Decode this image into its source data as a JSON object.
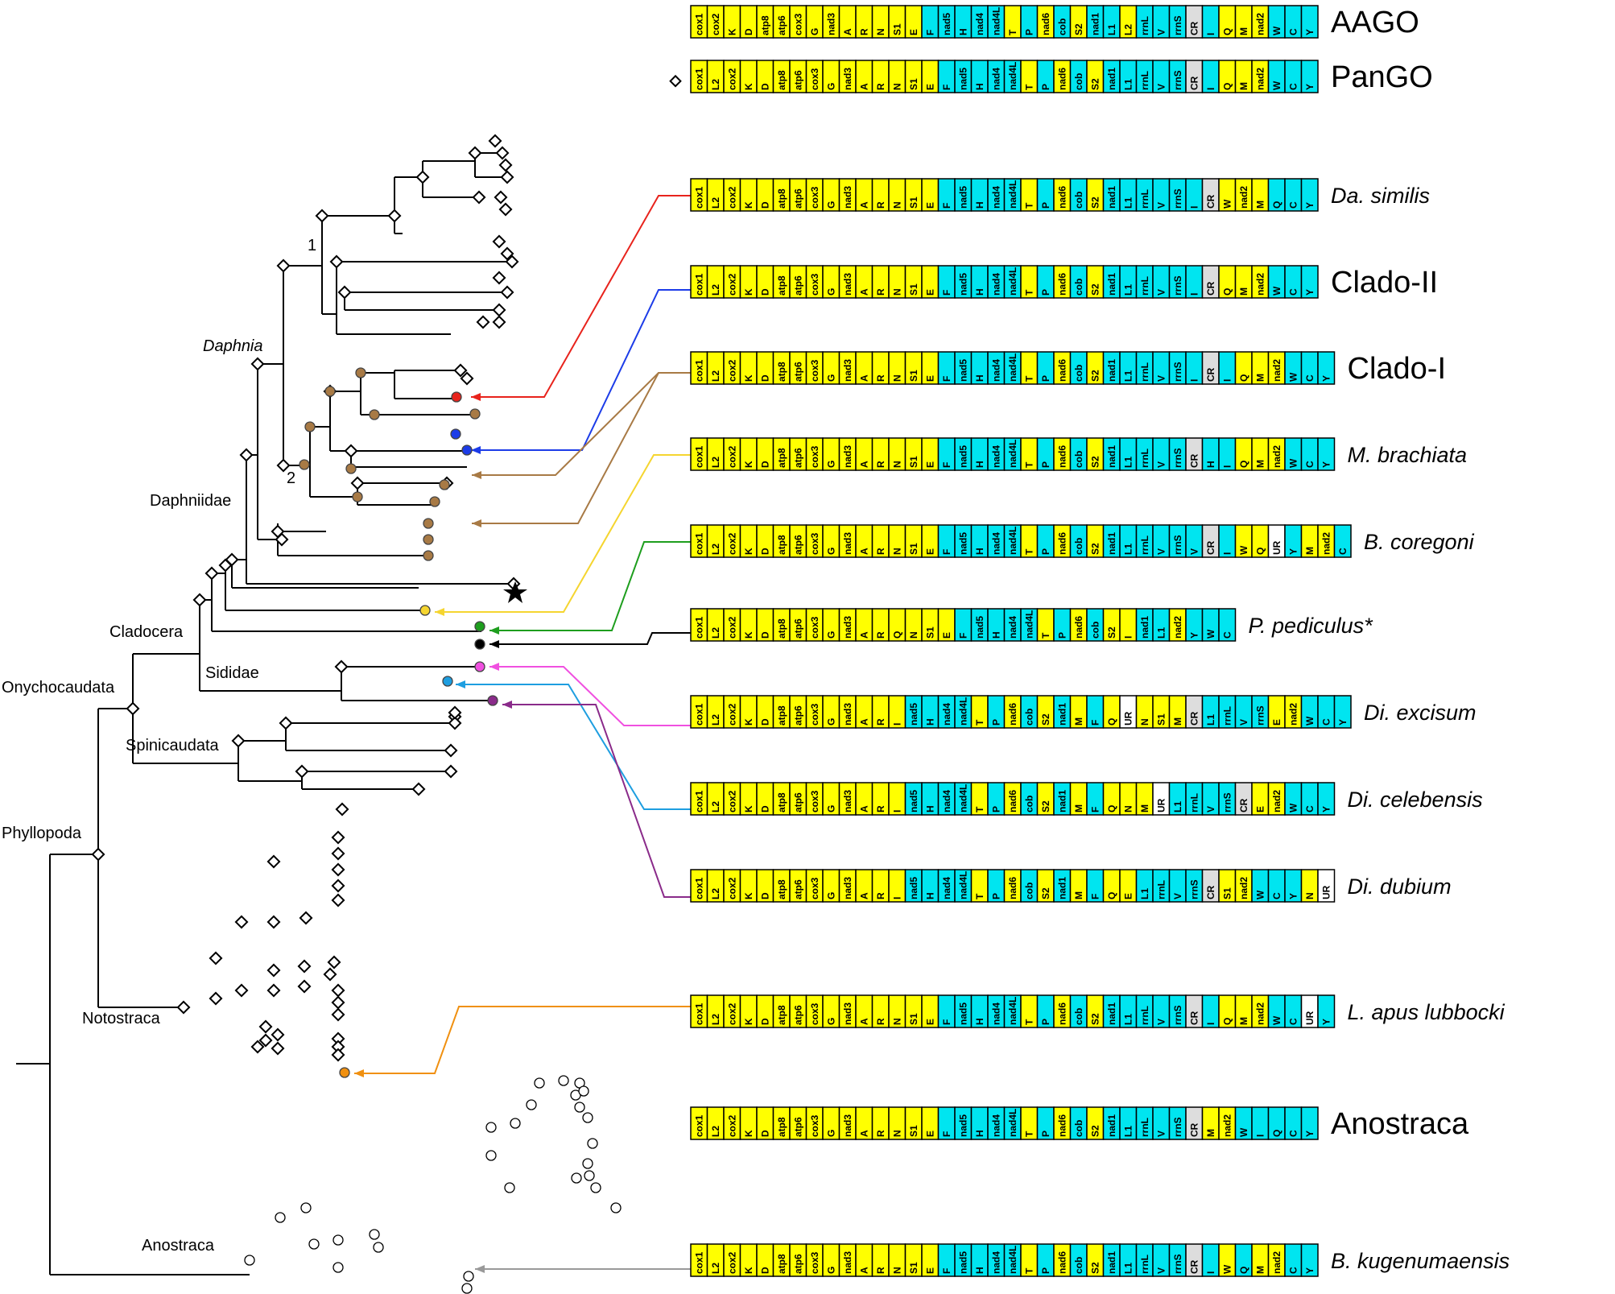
{
  "tree_labels": {
    "phyllopoda": "Phyllopoda",
    "onychocaudata": "Onychocaudata",
    "cladocera": "Cladocera",
    "sididae": "Sididae",
    "spinicaudata": "Spinicaudata",
    "notostraca": "Notostraca",
    "anostraca": "Anostraca",
    "daphniidae": "Daphniidae",
    "daphnia": "Daphnia",
    "node1": "1",
    "node2": "2"
  },
  "colors": {
    "gene_protein": "#ffff00",
    "gene_trna_rrna": "#00e5f0",
    "control_region": "#dddddd",
    "unassigned_region": "#ffffff",
    "red": "#e8231c",
    "blue": "#1c3ce8",
    "brown": "#a87a45",
    "yellow": "#f5d530",
    "green": "#1e9e1e",
    "black": "#000000",
    "magenta": "#f050e0",
    "lightblue": "#1e9ee0",
    "purple": "#8a2b8a",
    "orange": "#f09010",
    "gray": "#999999"
  },
  "gene_orders": [
    {
      "name": "AAGO",
      "italic": false,
      "genes": [
        "cox1",
        "cox2",
        "K",
        "D",
        "atp8",
        "atp6",
        "cox3",
        "G",
        "nad3",
        "A",
        "R",
        "N",
        "S1",
        "E",
        "F",
        "nad5",
        "H",
        "nad4",
        "nad4L",
        "T",
        "P",
        "nad6",
        "cob",
        "S2",
        "nad1",
        "L1",
        "L2",
        "rrnL",
        "V",
        "rrnS",
        "CR",
        "I",
        "Q",
        "M",
        "nad2",
        "W",
        "C",
        "Y"
      ]
    },
    {
      "name": "PanGO",
      "italic": false,
      "genes": [
        "cox1",
        "L2",
        "cox2",
        "K",
        "D",
        "atp8",
        "atp6",
        "cox3",
        "G",
        "nad3",
        "A",
        "R",
        "N",
        "S1",
        "E",
        "F",
        "nad5",
        "H",
        "nad4",
        "nad4L",
        "T",
        "P",
        "nad6",
        "cob",
        "S2",
        "nad1",
        "L1",
        "rrnL",
        "V",
        "rrnS",
        "CR",
        "I",
        "Q",
        "M",
        "nad2",
        "W",
        "C",
        "Y"
      ]
    },
    {
      "name": "Da. similis",
      "italic": true,
      "genes": [
        "cox1",
        "L2",
        "cox2",
        "K",
        "D",
        "atp8",
        "atp6",
        "cox3",
        "G",
        "nad3",
        "A",
        "R",
        "N",
        "S1",
        "E",
        "F",
        "nad5",
        "H",
        "nad4",
        "nad4L",
        "T",
        "P",
        "nad6",
        "cob",
        "S2",
        "nad1",
        "L1",
        "rrnL",
        "V",
        "rrnS",
        "I",
        "CR",
        "W",
        "nad2",
        "M",
        "Q",
        "C",
        "Y"
      ]
    },
    {
      "name": "Clado-II",
      "italic": false,
      "genes": [
        "cox1",
        "L2",
        "cox2",
        "K",
        "D",
        "atp8",
        "atp6",
        "cox3",
        "G",
        "nad3",
        "A",
        "R",
        "N",
        "S1",
        "E",
        "F",
        "nad5",
        "H",
        "nad4",
        "nad4L",
        "T",
        "P",
        "nad6",
        "cob",
        "S2",
        "nad1",
        "L1",
        "rrnL",
        "V",
        "rrnS",
        "I",
        "CR",
        "Q",
        "M",
        "nad2",
        "W",
        "C",
        "Y"
      ]
    },
    {
      "name": "Clado-I",
      "italic": false,
      "genes": [
        "cox1",
        "L2",
        "cox2",
        "K",
        "D",
        "atp8",
        "atp6",
        "cox3",
        "G",
        "nad3",
        "A",
        "R",
        "N",
        "S1",
        "E",
        "F",
        "nad5",
        "H",
        "nad4",
        "nad4L",
        "T",
        "P",
        "nad6",
        "cob",
        "S2",
        "nad1",
        "L1",
        "rrnL",
        "V",
        "rrnS",
        "I",
        "CR",
        "I",
        "Q",
        "M",
        "nad2",
        "W",
        "C",
        "Y"
      ]
    },
    {
      "name": "M. brachiata",
      "italic": true,
      "genes": [
        "cox1",
        "L2",
        "cox2",
        "K",
        "D",
        "atp8",
        "atp6",
        "cox3",
        "G",
        "nad3",
        "A",
        "R",
        "N",
        "S1",
        "E",
        "F",
        "nad5",
        "H",
        "nad4",
        "nad4L",
        "T",
        "P",
        "nad6",
        "cob",
        "S2",
        "nad1",
        "L1",
        "rrnL",
        "V",
        "rrnS",
        "CR",
        "H",
        "I",
        "Q",
        "M",
        "nad2",
        "W",
        "C",
        "Y"
      ]
    },
    {
      "name": "B. coregoni",
      "italic": true,
      "genes": [
        "cox1",
        "L2",
        "cox2",
        "K",
        "D",
        "atp8",
        "atp6",
        "cox3",
        "G",
        "nad3",
        "A",
        "R",
        "N",
        "S1",
        "E",
        "F",
        "nad5",
        "H",
        "nad4",
        "nad4L",
        "T",
        "P",
        "nad6",
        "cob",
        "S2",
        "nad1",
        "L1",
        "rrnL",
        "V",
        "rrnS",
        "V",
        "CR",
        "I",
        "W",
        "Q",
        "UR",
        "Y",
        "M",
        "nad2",
        "C"
      ]
    },
    {
      "name": "P. pediculus*",
      "italic": true,
      "genes": [
        "cox1",
        "L2",
        "cox2",
        "K",
        "D",
        "atp8",
        "atp6",
        "cox3",
        "G",
        "nad3",
        "A",
        "R",
        "Q",
        "N",
        "S1",
        "E",
        "F",
        "nad5",
        "H",
        "nad4",
        "nad4L",
        "T",
        "P",
        "nad6",
        "cob",
        "S2",
        "I",
        "nad1",
        "L1",
        "nad2",
        "Y",
        "W",
        "C"
      ]
    },
    {
      "name": "Di. excisum",
      "italic": true,
      "genes": [
        "cox1",
        "L2",
        "cox2",
        "K",
        "D",
        "atp8",
        "atp6",
        "cox3",
        "G",
        "nad3",
        "A",
        "R",
        "I",
        "nad5",
        "H",
        "nad4",
        "nad4L",
        "T",
        "P",
        "nad6",
        "cob",
        "S2",
        "nad1",
        "M",
        "F",
        "Q",
        "UR",
        "N",
        "S1",
        "M",
        "CR",
        "L1",
        "rrnL",
        "V",
        "rrnS",
        "E",
        "nad2",
        "W",
        "C",
        "Y"
      ]
    },
    {
      "name": "Di. celebensis",
      "italic": true,
      "genes": [
        "cox1",
        "L2",
        "cox2",
        "K",
        "D",
        "atp8",
        "atp6",
        "cox3",
        "G",
        "nad3",
        "A",
        "R",
        "I",
        "nad5",
        "H",
        "nad4",
        "nad4L",
        "T",
        "P",
        "nad6",
        "cob",
        "S2",
        "nad1",
        "M",
        "F",
        "Q",
        "N",
        "M",
        "UR",
        "L1",
        "rrnL",
        "V",
        "rrnS",
        "CR",
        "E",
        "nad2",
        "W",
        "C",
        "Y"
      ]
    },
    {
      "name": "Di. dubium",
      "italic": true,
      "genes": [
        "cox1",
        "L2",
        "cox2",
        "K",
        "D",
        "atp8",
        "atp6",
        "cox3",
        "G",
        "nad3",
        "A",
        "R",
        "I",
        "nad5",
        "H",
        "nad4",
        "nad4L",
        "T",
        "P",
        "nad6",
        "cob",
        "S2",
        "nad1",
        "M",
        "F",
        "Q",
        "E",
        "L1",
        "rrnL",
        "V",
        "rrnS",
        "CR",
        "S1",
        "nad2",
        "W",
        "C",
        "Y",
        "N",
        "UR"
      ]
    },
    {
      "name": "L. apus lubbocki",
      "italic": true,
      "genes": [
        "cox1",
        "L2",
        "cox2",
        "K",
        "D",
        "atp8",
        "atp6",
        "cox3",
        "G",
        "nad3",
        "A",
        "R",
        "N",
        "S1",
        "E",
        "F",
        "nad5",
        "H",
        "nad4",
        "nad4L",
        "T",
        "P",
        "nad6",
        "cob",
        "S2",
        "nad1",
        "L1",
        "rrnL",
        "V",
        "rrnS",
        "CR",
        "I",
        "Q",
        "M",
        "nad2",
        "W",
        "C",
        "UR",
        "Y"
      ]
    },
    {
      "name": "Anostraca",
      "italic": false,
      "genes": [
        "cox1",
        "L2",
        "cox2",
        "K",
        "D",
        "atp8",
        "atp6",
        "cox3",
        "G",
        "nad3",
        "A",
        "R",
        "N",
        "S1",
        "E",
        "F",
        "nad5",
        "H",
        "nad4",
        "nad4L",
        "T",
        "P",
        "nad6",
        "cob",
        "S2",
        "nad1",
        "L1",
        "rrnL",
        "V",
        "rrnS",
        "CR",
        "M",
        "nad2",
        "W",
        "I",
        "Q",
        "C",
        "Y"
      ]
    },
    {
      "name": "B. kugenumaensis",
      "italic": true,
      "genes": [
        "cox1",
        "L2",
        "cox2",
        "K",
        "D",
        "atp8",
        "atp6",
        "cox3",
        "G",
        "nad3",
        "A",
        "R",
        "N",
        "S1",
        "E",
        "F",
        "nad5",
        "H",
        "nad4",
        "nad4L",
        "T",
        "P",
        "nad6",
        "cob",
        "S2",
        "nad1",
        "L1",
        "rrnL",
        "V",
        "rrnS",
        "CR",
        "I",
        "W",
        "Q",
        "M",
        "nad2",
        "C",
        "Y"
      ]
    }
  ]
}
